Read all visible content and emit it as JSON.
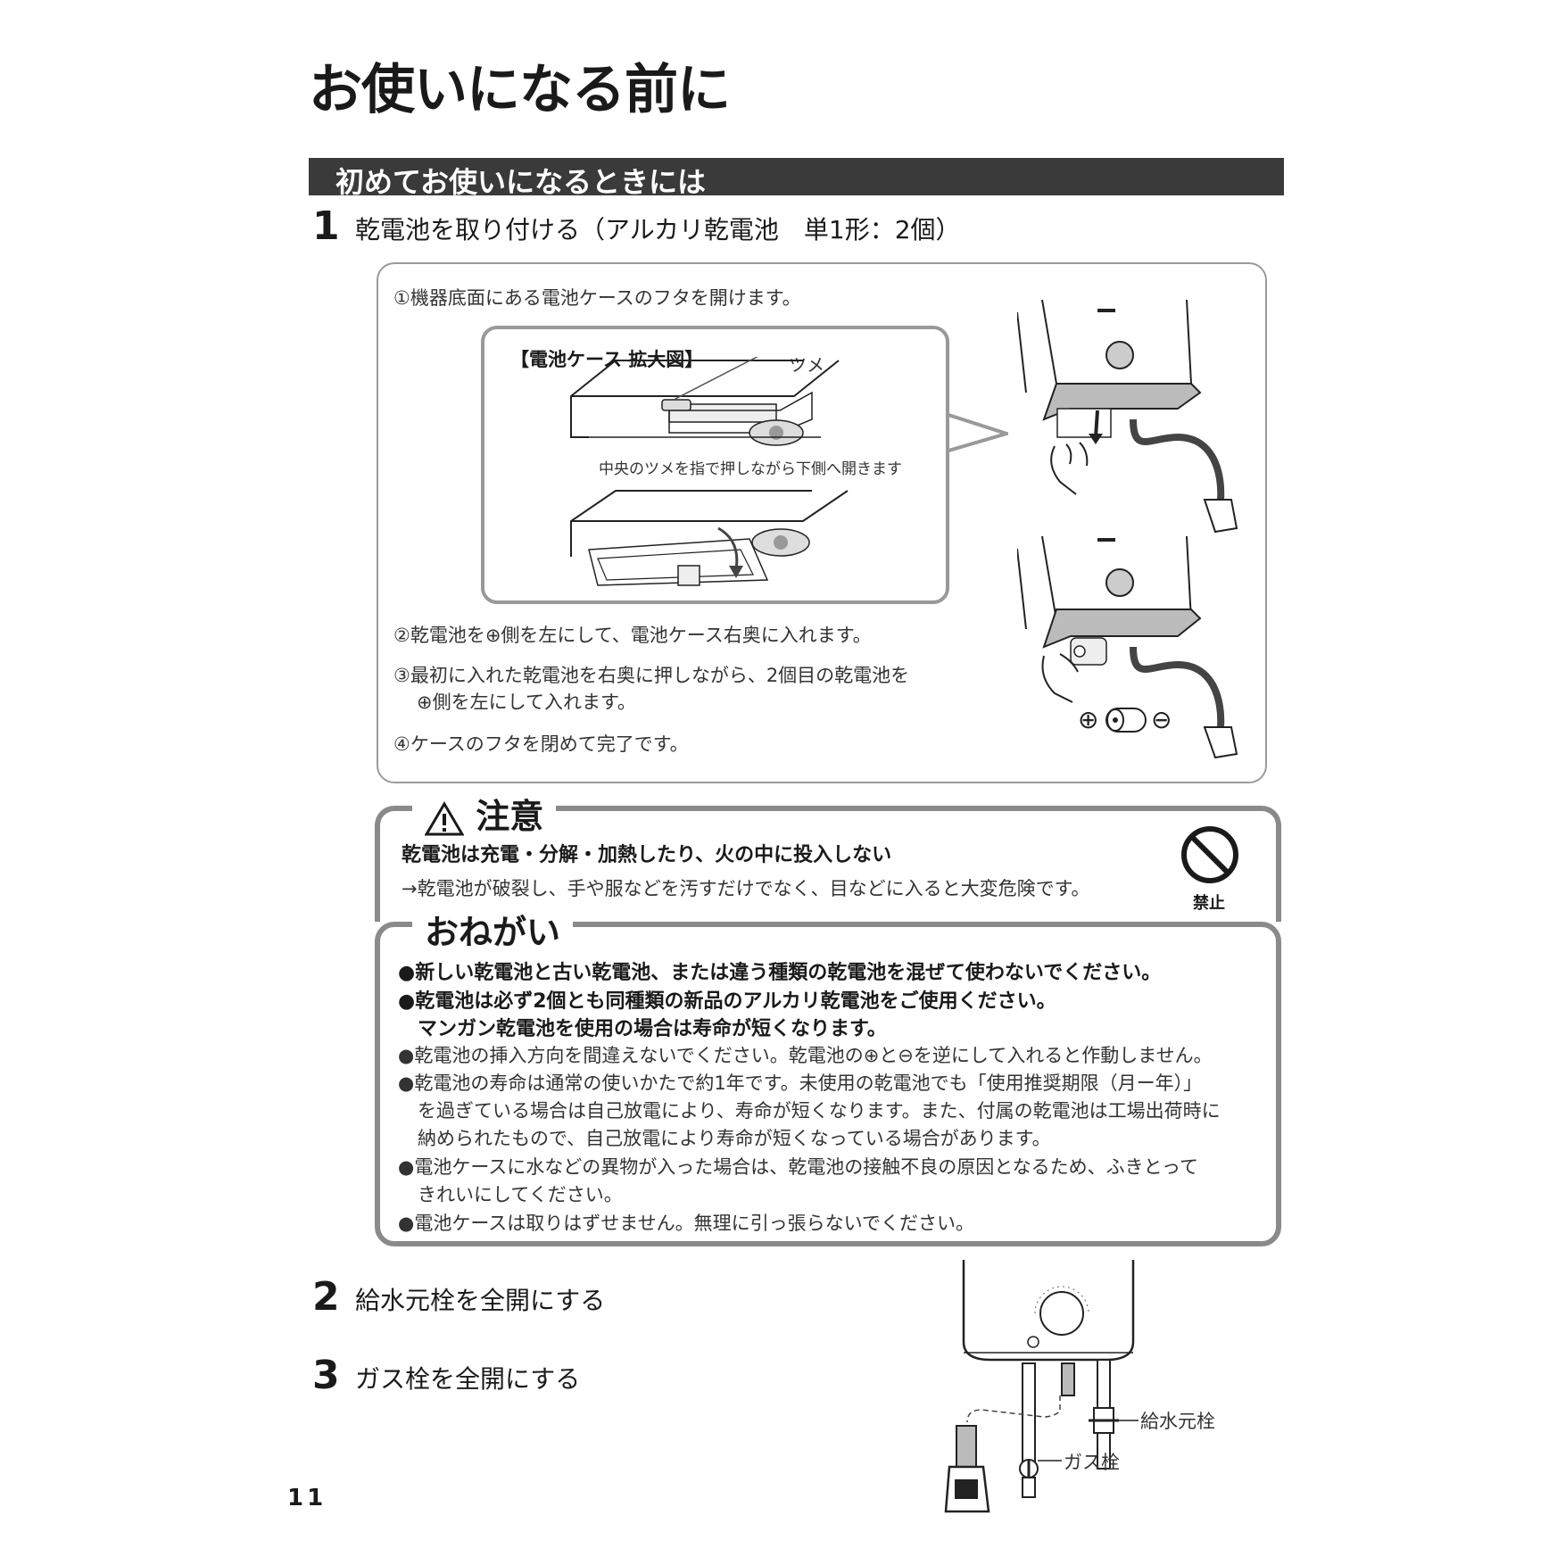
{
  "page_title": "お使いになる前に",
  "section_title": "初めてお使いになるときには",
  "step1": {
    "num": "1",
    "text": "乾電池を取り付ける（アルカリ乾電池　単1形：2個）"
  },
  "panel": {
    "inst1": "①機器底面にある電池ケースのフタを開けます。",
    "callout_title": "【電池ケース 拡大図】",
    "label_tsume": "ツメ",
    "callout_caption": "中央のツメを指で押しながら下側へ開きます",
    "inst2": "②乾電池を⊕側を左にして、電池ケース右奥に入れます。",
    "inst3a": "③最初に入れた乾電池を右奥に押しながら、2個目の乾電池を",
    "inst3b": "⊕側を左にして入れます。",
    "inst4": "④ケースのフタを閉めて完了です。",
    "polarity_plus": "⊕",
    "polarity_minus": "⊖"
  },
  "caution": {
    "title": "注意",
    "headline": "乾電池は充電・分解・加熱したり、火の中に投入しない",
    "detail": "→乾電池が破裂し、手や服などを汚すだけでなく、目などに入ると大変危険です。",
    "prohibit_label": "禁止"
  },
  "request": {
    "title": "おねがい",
    "lines": [
      "●新しい乾電池と古い乾電池、または違う種類の乾電池を混ぜて使わないでください。",
      "●乾電池は必ず2個とも同種類の新品のアルカリ乾電池をご使用ください。",
      "マンガン乾電池を使用の場合は寿命が短くなります。",
      "●乾電池の挿入方向を間違えないでください。乾電池の⊕と⊖を逆にして入れると作動しません。",
      "●乾電池の寿命は通常の使いかたで約1年です。未使用の乾電池でも「使用推奨期限（月ー年）」",
      "を過ぎている場合は自己放電により、寿命が短くなります。また、付属の乾電池は工場出荷時に",
      "納められたもので、自己放電により寿命が短くなっている場合があります。",
      "●電池ケースに水などの異物が入った場合は、乾電池の接触不良の原因となるため、ふきとって",
      "きれいにしてください。",
      "●電池ケースは取りはずせません。無理に引っ張らないでください。"
    ]
  },
  "step2": {
    "num": "2",
    "text": "給水元栓を全開にする"
  },
  "step3": {
    "num": "3",
    "text": "ガス栓を全開にする"
  },
  "diagram": {
    "label_water_valve": "給水元栓",
    "label_gas_valve": "ガス栓"
  },
  "page_number": "11"
}
